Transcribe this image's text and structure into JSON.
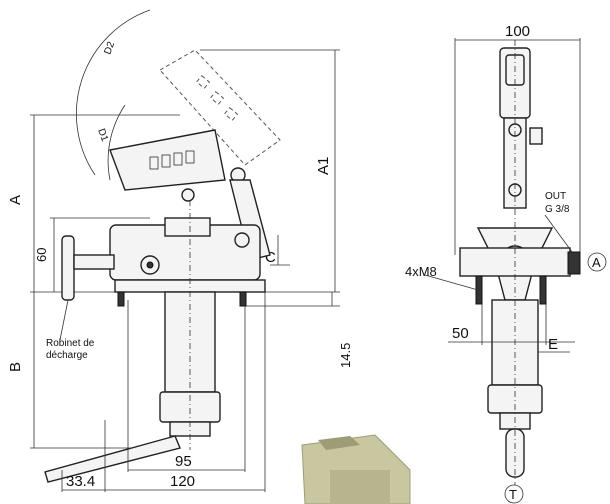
{
  "dimensions": {
    "A": "A",
    "B": "B",
    "A1": "A1",
    "D1": "D1",
    "D2": "D2",
    "C": "C",
    "E": "E",
    "h60": "60",
    "h14_5": "14.5",
    "w95": "95",
    "w120": "120",
    "w33_4": "33.4",
    "w100": "100",
    "w50": "50",
    "thread": "4xM8"
  },
  "labels": {
    "valve_line1": "Robinet de",
    "valve_line2": "décharge",
    "out_line1": "OUT",
    "out_line2": "G 3/8",
    "port_a": "A",
    "port_t": "T"
  },
  "colors": {
    "photo_body": "#c9c7a0",
    "photo_shadow": "#9e9c76"
  }
}
